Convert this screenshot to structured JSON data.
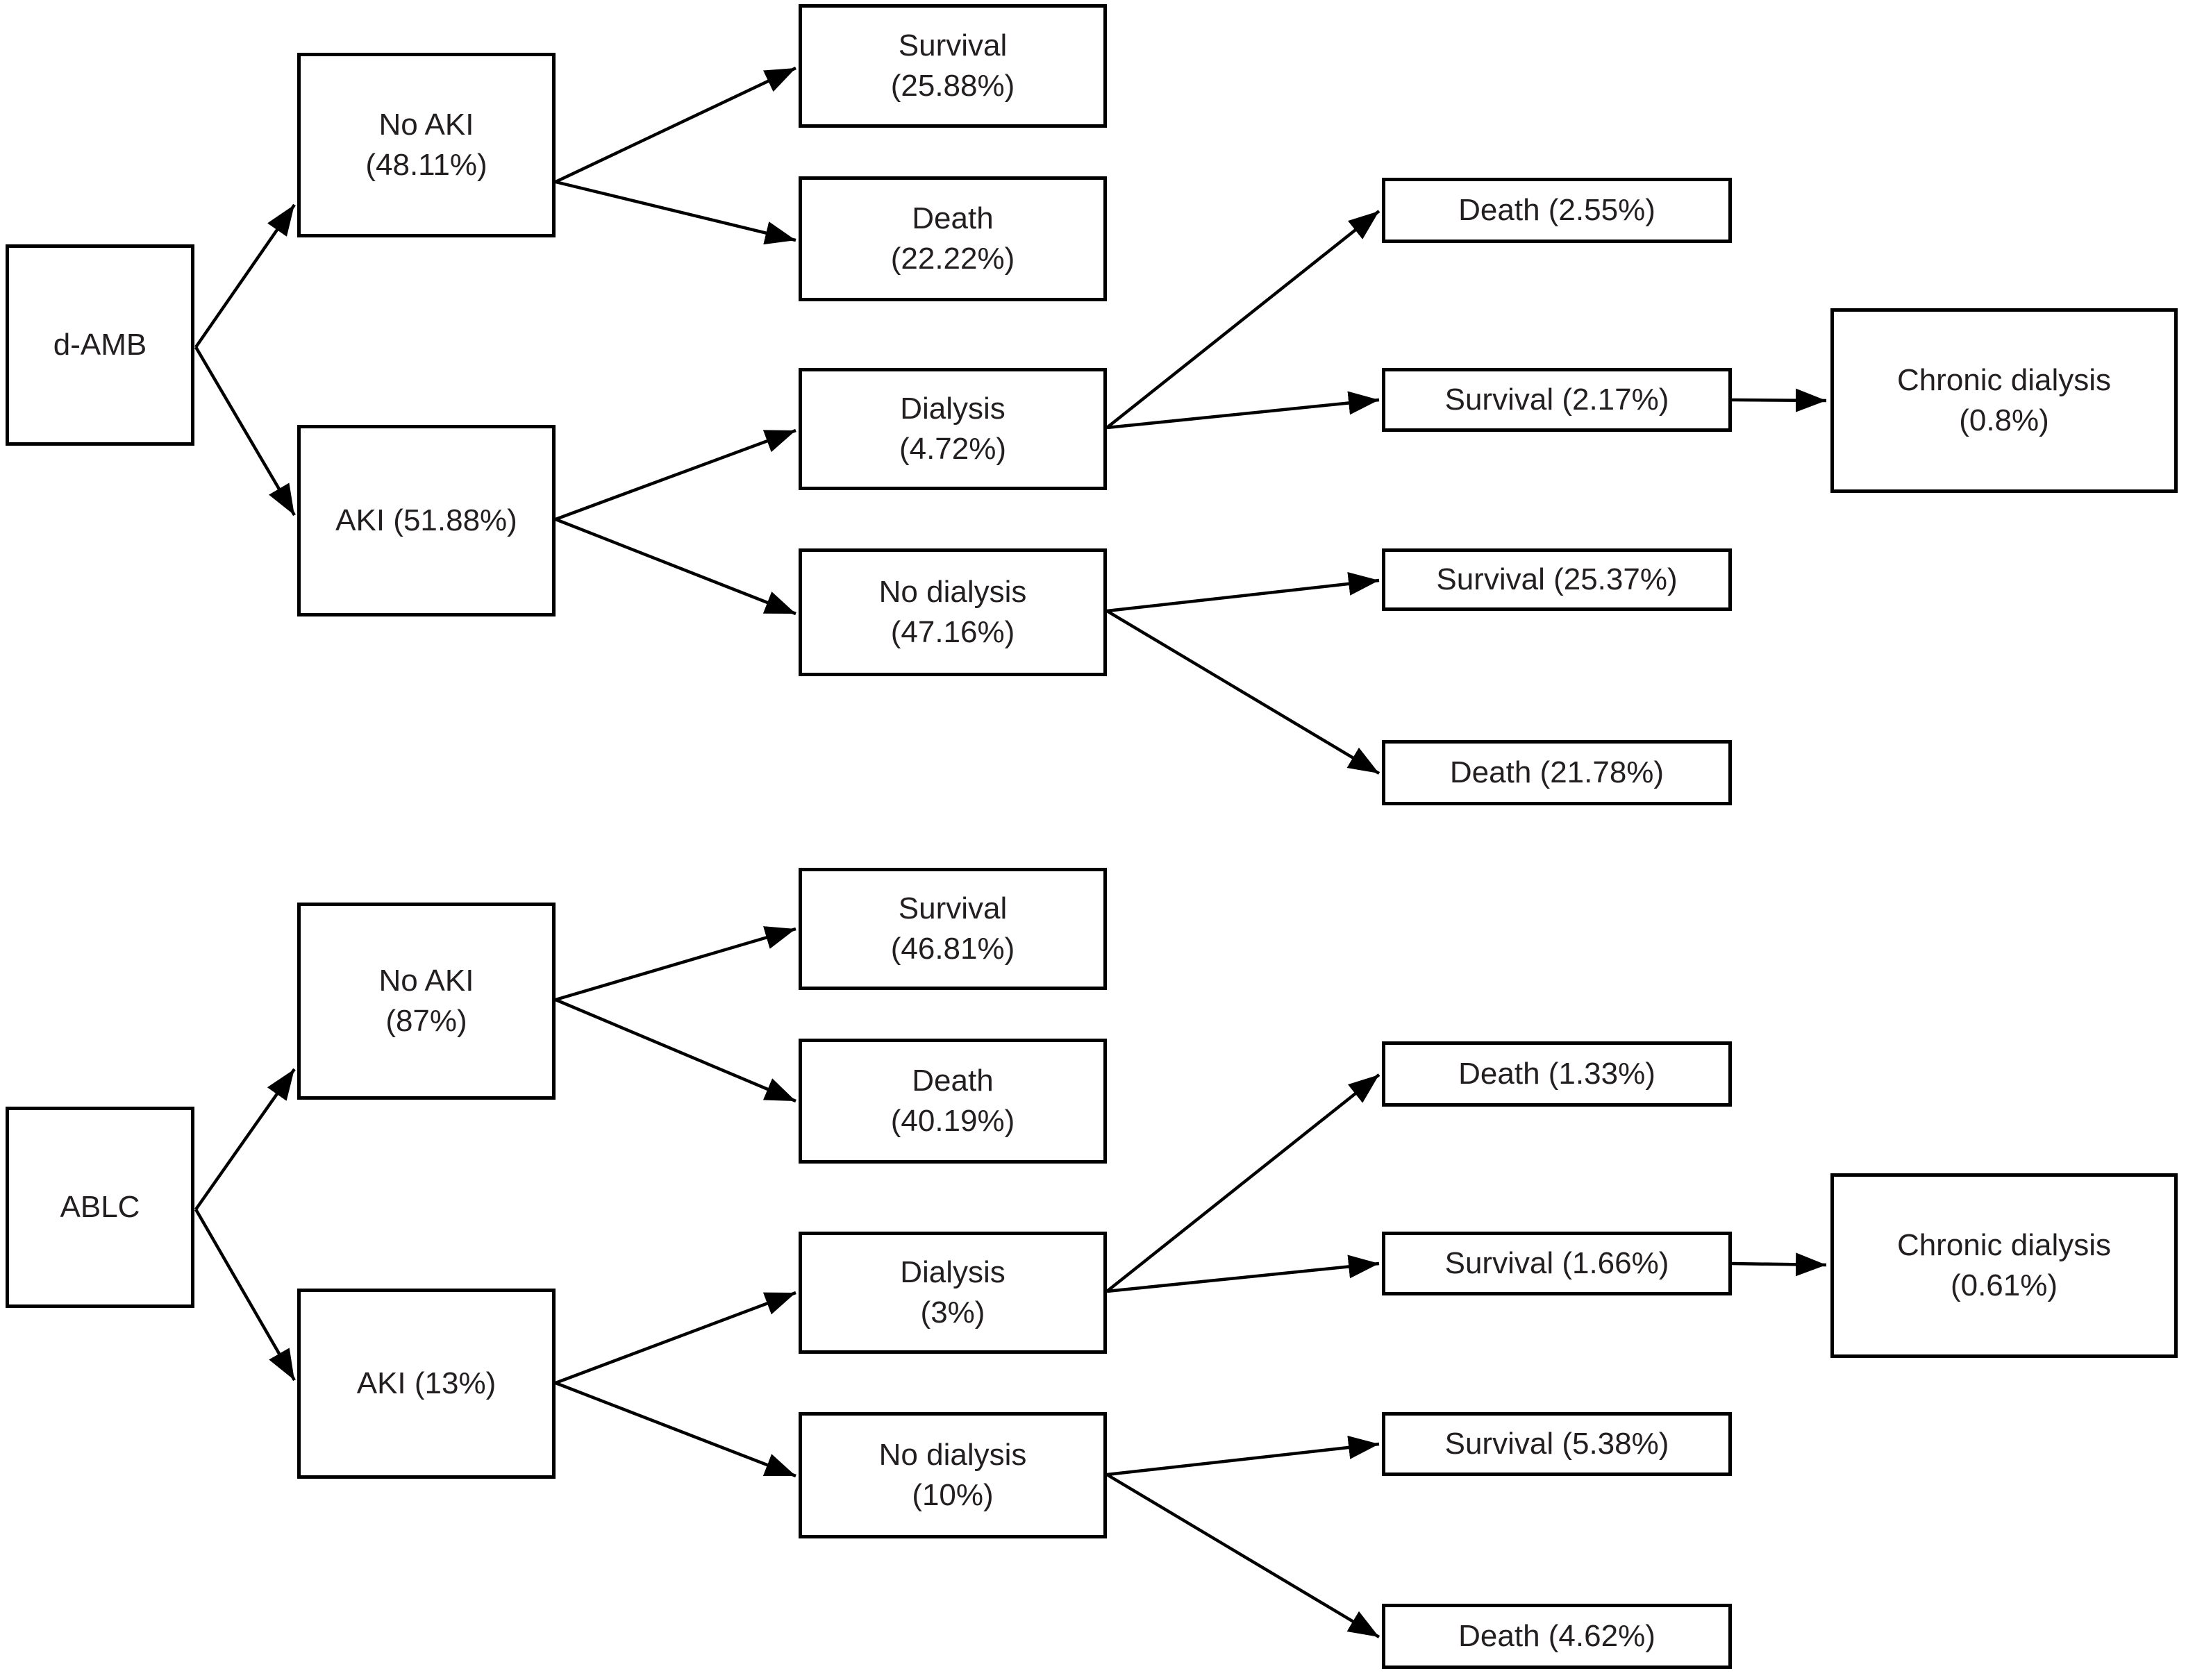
{
  "colors": {
    "background": "#ffffff",
    "box_border": "#000000",
    "arrow": "#000000",
    "text": "#231f20"
  },
  "nodes": {
    "d_amb": {
      "line1": "d-AMB"
    },
    "d_no_aki": {
      "line1": "No AKI",
      "line2": "(48.11%)"
    },
    "d_noaki_survival": {
      "line1": "Survival",
      "line2": "(25.88%)"
    },
    "d_noaki_death": {
      "line1": "Death",
      "line2": "(22.22%)"
    },
    "d_aki": {
      "line1": "AKI (51.88%)"
    },
    "d_dialysis": {
      "line1": "Dialysis",
      "line2": "(4.72%)"
    },
    "d_no_dialysis": {
      "line1": "No dialysis",
      "line2": "(47.16%)"
    },
    "d_dial_death": {
      "line1": "Death (2.55%)"
    },
    "d_dial_survival": {
      "line1": "Survival (2.17%)"
    },
    "d_chronic_dialysis": {
      "line1": "Chronic dialysis",
      "line2": "(0.8%)"
    },
    "d_nodial_survival": {
      "line1": "Survival (25.37%)"
    },
    "d_nodial_death": {
      "line1": "Death (21.78%)"
    },
    "a_ablc": {
      "line1": "ABLC"
    },
    "a_no_aki": {
      "line1": "No AKI",
      "line2": "(87%)"
    },
    "a_noaki_survival": {
      "line1": "Survival",
      "line2": "(46.81%)"
    },
    "a_noaki_death": {
      "line1": "Death",
      "line2": "(40.19%)"
    },
    "a_aki": {
      "line1": "AKI (13%)"
    },
    "a_dialysis": {
      "line1": "Dialysis",
      "line2": "(3%)"
    },
    "a_no_dialysis": {
      "line1": "No dialysis",
      "line2": "(10%)"
    },
    "a_dial_death": {
      "line1": "Death (1.33%)"
    },
    "a_dial_survival": {
      "line1": "Survival (1.66%)"
    },
    "a_chronic_dialysis": {
      "line1": "Chronic dialysis",
      "line2": "(0.61%)"
    },
    "a_nodial_survival": {
      "line1": "Survival (5.38%)"
    },
    "a_nodial_death": {
      "line1": "Death (4.62%)"
    }
  },
  "edges": [
    {
      "from": "d_amb",
      "to": "d_no_aki"
    },
    {
      "from": "d_amb",
      "to": "d_aki"
    },
    {
      "from": "d_no_aki",
      "to": "d_noaki_survival"
    },
    {
      "from": "d_no_aki",
      "to": "d_noaki_death"
    },
    {
      "from": "d_aki",
      "to": "d_dialysis"
    },
    {
      "from": "d_aki",
      "to": "d_no_dialysis"
    },
    {
      "from": "d_dialysis",
      "to": "d_dial_death"
    },
    {
      "from": "d_dialysis",
      "to": "d_dial_survival"
    },
    {
      "from": "d_dial_survival",
      "to": "d_chronic_dialysis"
    },
    {
      "from": "d_no_dialysis",
      "to": "d_nodial_survival"
    },
    {
      "from": "d_no_dialysis",
      "to": "d_nodial_death"
    },
    {
      "from": "a_ablc",
      "to": "a_no_aki"
    },
    {
      "from": "a_ablc",
      "to": "a_aki"
    },
    {
      "from": "a_no_aki",
      "to": "a_noaki_survival"
    },
    {
      "from": "a_no_aki",
      "to": "a_noaki_death"
    },
    {
      "from": "a_aki",
      "to": "a_dialysis"
    },
    {
      "from": "a_aki",
      "to": "a_no_dialysis"
    },
    {
      "from": "a_dialysis",
      "to": "a_dial_death"
    },
    {
      "from": "a_dialysis",
      "to": "a_dial_survival"
    },
    {
      "from": "a_dial_survival",
      "to": "a_chronic_dialysis"
    },
    {
      "from": "a_no_dialysis",
      "to": "a_nodial_survival"
    },
    {
      "from": "a_no_dialysis",
      "to": "a_nodial_death"
    }
  ]
}
